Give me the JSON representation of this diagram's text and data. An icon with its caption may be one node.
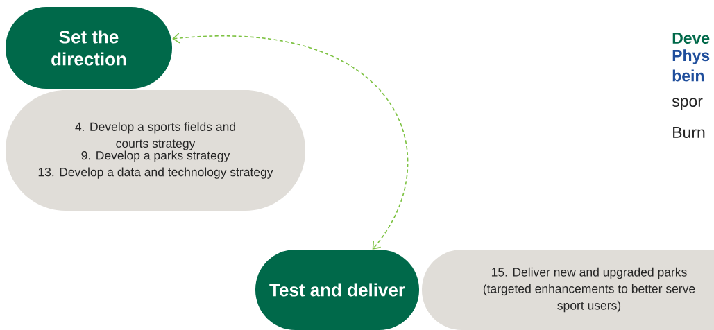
{
  "diagram": {
    "nodes": [
      {
        "text": [
          "Set the direction"
        ]
      },
      {
        "text": [
          "4. Develop a sports fields and courts strategy",
          "9. Develop a parks strategy",
          "13. Develop a data and technology strategy"
        ]
      },
      {
        "text": [
          "Test and deliver"
        ]
      },
      {
        "text": [
          "15. Deliver new and upgraded parks (targeted enhancements to better serve sport users)"
        ]
      }
    ],
    "edges": [
      {
        "from": 0,
        "to": 2,
        "arrow": "both",
        "style": "dashed"
      }
    ],
    "labels": [
      "Deve",
      "Phys",
      "bein",
      "spor",
      "Burn"
    ]
  }
}
